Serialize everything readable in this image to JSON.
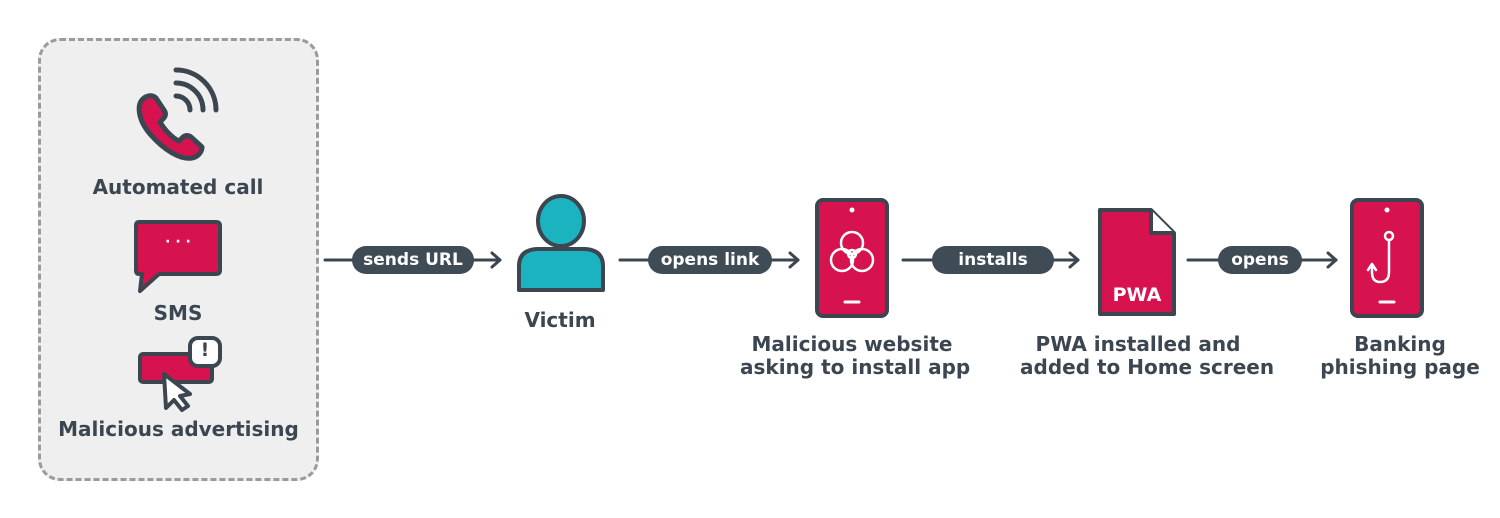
{
  "sources": {
    "call": {
      "label": "Automated call",
      "icon": "phone-ringing-icon"
    },
    "sms": {
      "label": "SMS",
      "icon": "sms-bubble-icon",
      "dots": "· · ·"
    },
    "ads": {
      "label": "Malicious advertising",
      "icon": "ad-click-icon",
      "alert": "!"
    }
  },
  "edges": [
    {
      "label": "sends URL"
    },
    {
      "label": "opens link"
    },
    {
      "label": "installs"
    },
    {
      "label": "opens"
    }
  ],
  "nodes": {
    "victim": {
      "label": "Victim",
      "icon": "person-icon"
    },
    "website": {
      "label_line1": "Malicious website",
      "label_line2": "asking to install app",
      "icon": "biohazard-phone-icon"
    },
    "pwa": {
      "label_line1": "PWA installed and",
      "label_line2": "added to Home screen",
      "file_text": "PWA",
      "icon": "pwa-file-icon"
    },
    "phishing": {
      "label_line1": "Banking",
      "label_line2": "phishing page",
      "icon": "fishhook-phone-icon"
    }
  },
  "colors": {
    "accent": "#d6124f",
    "dark": "#3c4650",
    "person": "#1bb3c0",
    "box_fill": "#efefef",
    "box_border": "#9b9b9b"
  }
}
